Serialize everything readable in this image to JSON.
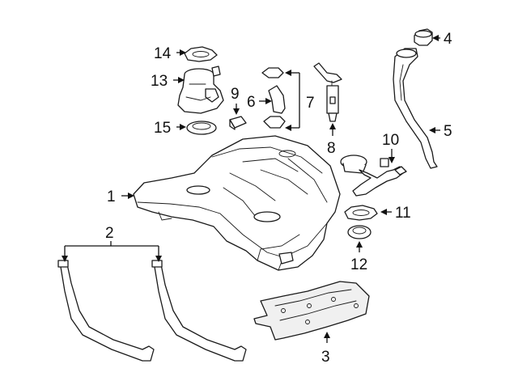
{
  "callouts": {
    "c1": "1",
    "c2": "2",
    "c3": "3",
    "c4": "4",
    "c5": "5",
    "c6": "6",
    "c7": "7",
    "c8": "8",
    "c9": "9",
    "c10": "10",
    "c11": "11",
    "c12": "12",
    "c13": "13",
    "c14": "14",
    "c15": "15"
  },
  "colors": {
    "line": "#1a1a1a",
    "shade": "#f0f0f0",
    "background": "#ffffff"
  }
}
